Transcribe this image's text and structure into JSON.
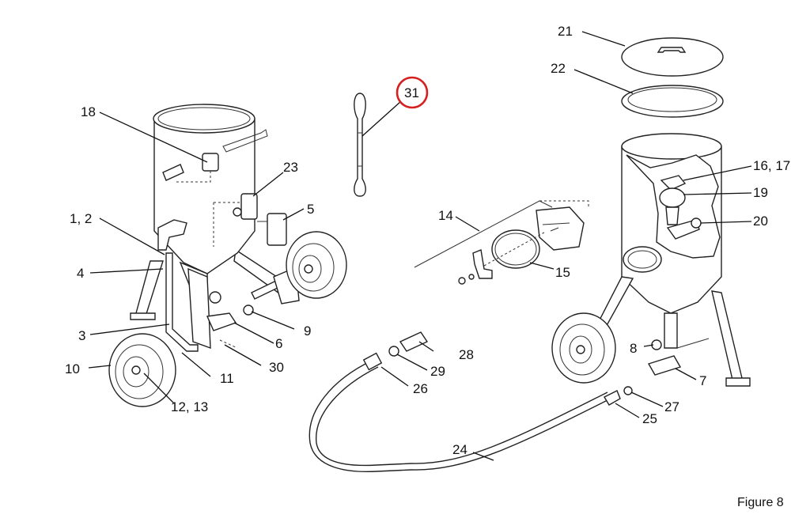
{
  "figure_label": "Figure 8",
  "highlight_color": "#d62020",
  "callouts": {
    "c1_2": "1, 2",
    "c3": "3",
    "c4": "4",
    "c5": "5",
    "c6": "6",
    "c7": "7",
    "c8": "8",
    "c9": "9",
    "c10": "10",
    "c11": "11",
    "c12_13": "12, 13",
    "c14": "14",
    "c15": "15",
    "c16_17": "16, 17",
    "c18": "18",
    "c19": "19",
    "c20": "20",
    "c21": "21",
    "c22": "22",
    "c23": "23",
    "c24": "24",
    "c25": "25",
    "c26": "26",
    "c27": "27",
    "c28": "28",
    "c29": "29",
    "c30": "30",
    "c31": "31"
  }
}
